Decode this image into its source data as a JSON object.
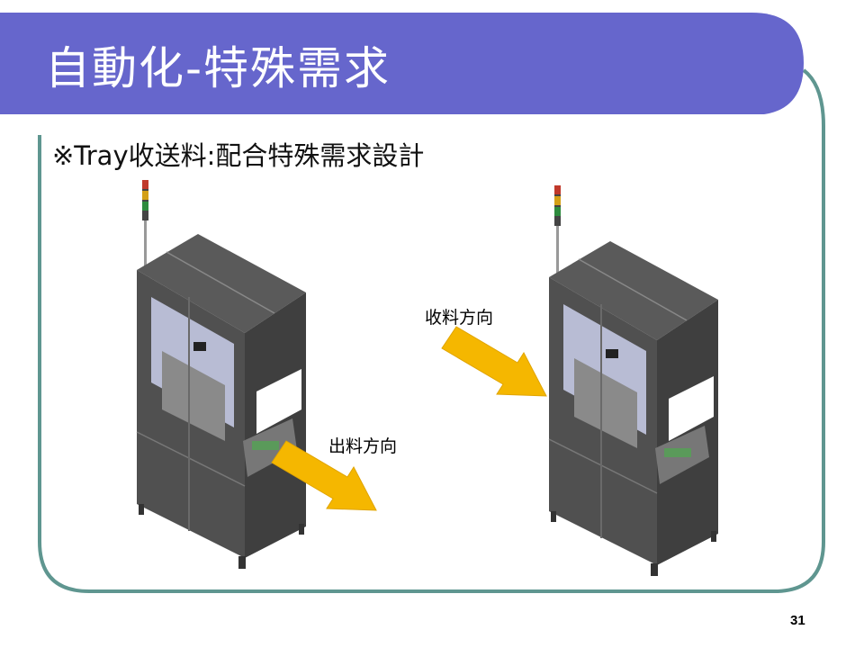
{
  "slide": {
    "title": "自動化-特殊需求",
    "subtitle": "※Tray收送料:配合特殊需求設計",
    "page_number": "31"
  },
  "labels": {
    "outfeed_direction": "出料方向",
    "infeed_direction": "收料方向"
  },
  "colors": {
    "header": "#6666cc",
    "frame_border": "#5f9690",
    "arrow": "#f5b700",
    "machine_body": "#4a4a4a"
  }
}
